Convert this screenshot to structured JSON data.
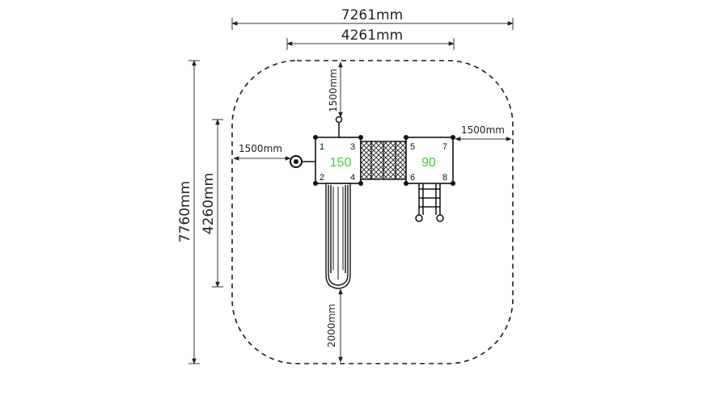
{
  "dimensions": {
    "total_width": "7261mm",
    "inner_width": "4261mm",
    "total_depth": "7760mm",
    "inner_depth": "4260mm",
    "top_clearance": "1500mm",
    "left_clearance": "1500mm",
    "right_clearance": "1500mm",
    "slide_clearance": "2000mm"
  },
  "platforms": {
    "left_height": "150",
    "right_height": "90",
    "corner_labels": [
      "1",
      "2",
      "3",
      "4",
      "5",
      "6",
      "7",
      "8"
    ]
  },
  "colors": {
    "lines": "#1a1a1a",
    "platform_height_text": "#3ecf3e"
  }
}
